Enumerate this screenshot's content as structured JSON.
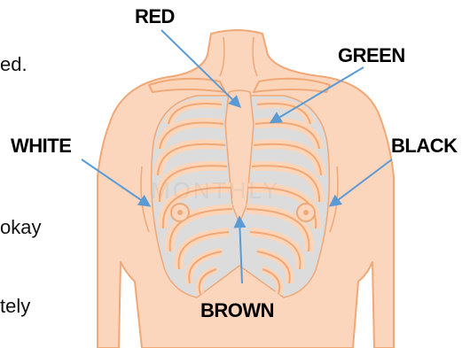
{
  "left_text_fragments": [
    "ed.",
    "okay",
    "tely"
  ],
  "labels": {
    "red": "RED",
    "green": "GREEN",
    "white": "WHITE",
    "black": "BLACK",
    "brown": "BROWN"
  },
  "watermark": "MONTHLY",
  "colors": {
    "skin": "#fbd6bd",
    "outline": "#f0a877",
    "rib": "#fcd5b8",
    "rib_gap": "#dcdcdc",
    "arrow": "#5b9bd5",
    "label": "#000000"
  }
}
